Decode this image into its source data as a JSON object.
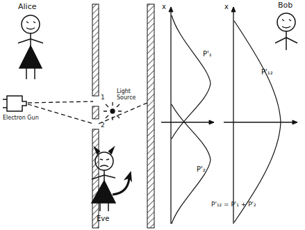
{
  "diagram": {
    "labels": [
      "Alice",
      "Bob",
      "Eve",
      "Electron Gun",
      "Light Source",
      "1",
      "2",
      "x",
      "x",
      "P'₁",
      "P'₂",
      "P'₁₂",
      "P'₁₂ = P'₁ + P'₂"
    ]
  }
}
